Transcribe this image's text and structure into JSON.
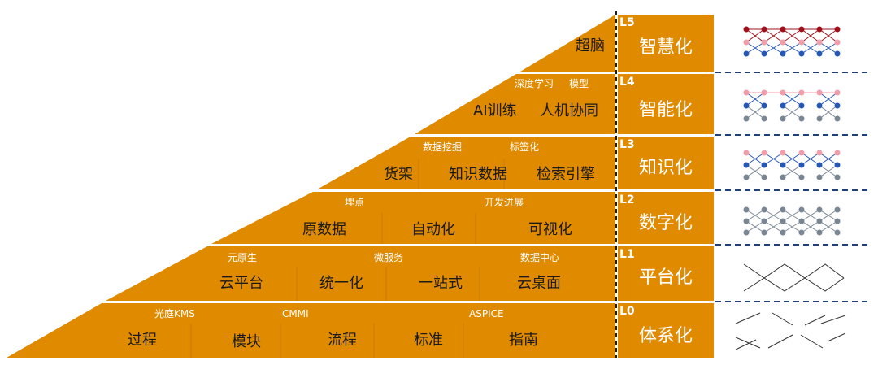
{
  "colors": {
    "band": "#E08A00",
    "divider_line": "#1F3F78",
    "dark_red": "#A0101A",
    "pink": "#F49CAA",
    "blue": "#2557B8",
    "gray": "#7A8594"
  },
  "levels": [
    {
      "code": "L5",
      "name": "智慧化"
    },
    {
      "code": "L4",
      "name": "智能化"
    },
    {
      "code": "L3",
      "name": "知识化"
    },
    {
      "code": "L2",
      "name": "数字化"
    },
    {
      "code": "L1",
      "name": "平台化"
    },
    {
      "code": "L0",
      "name": "体系化"
    }
  ],
  "rows": {
    "l5": {
      "items": [
        "超脑"
      ]
    },
    "l4": {
      "sub": [
        "深度学习",
        "模型"
      ],
      "items": [
        "AI训练",
        "人机协同"
      ]
    },
    "l3": {
      "sub": [
        "数据挖掘",
        "标签化"
      ],
      "items": [
        "货架",
        "知识数据",
        "检索引擎"
      ]
    },
    "l2": {
      "sub": [
        "埋点",
        "开发进展"
      ],
      "items": [
        "原数据",
        "自动化",
        "可视化"
      ]
    },
    "l1": {
      "sub": [
        "元原生",
        "微服务",
        "数据中心"
      ],
      "items": [
        "云平台",
        "统一化",
        "一站式",
        "云桌面"
      ]
    },
    "l0": {
      "sub": [
        "光庭KMS",
        "CMMI",
        "ASPICE"
      ],
      "items": [
        "过程",
        "模块",
        "流程",
        "标准",
        "指南"
      ]
    }
  },
  "icons": [
    "network-dense-red-icon",
    "network-pink-blue-gray-icon",
    "network-pink-blue-icon",
    "network-gray-icon",
    "network-outline-icon",
    "scattered-lines-icon"
  ]
}
